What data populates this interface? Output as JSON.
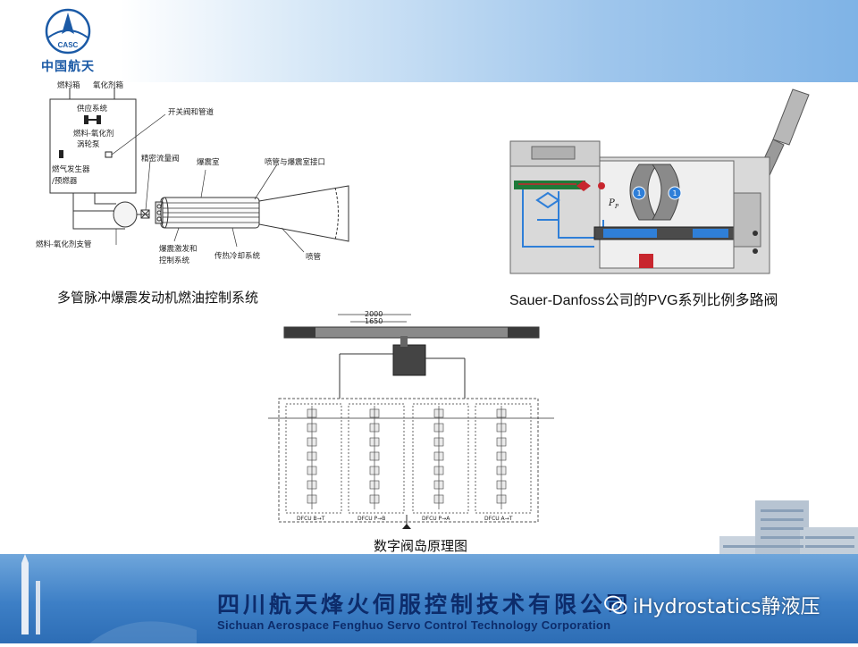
{
  "header": {
    "logo_badge": "CASC",
    "logo_text": "中国航天"
  },
  "figures": {
    "pulse_detonation": {
      "caption": "多管脉冲爆震发动机燃油控制系统",
      "labels": {
        "fuel_tank": "燃料箱",
        "oxidizer_tank": "氧化剂箱",
        "supply_system": "供应系统",
        "valves_pipes": "开关阀和管道",
        "turbopump_1": "燃料-氧化剂",
        "turbopump_2": "涡轮泵",
        "gas_generator_1": "燃气发生器",
        "gas_generator_2": "/预燃器",
        "precision_valve": "精密流量阀",
        "detonation_chamber": "爆震室",
        "nozzle_interface": "喷管与爆震室接口",
        "branch_pipe": "燃料-氧化剂支管",
        "ignition_1": "爆震激发和",
        "ignition_2": "控制系统",
        "cooling": "传热冷却系统",
        "nozzle": "喷管"
      }
    },
    "pvg_valve": {
      "caption": "Sauer-Danfoss公司的PVG系列比例多路阀",
      "labels": {
        "pp": "P",
        "pp_sub": "P",
        "port1": "1",
        "port2": "1"
      }
    },
    "digital_valve_island": {
      "caption": "数字阀岛原理图",
      "dims": {
        "outer": "2000",
        "inner": "1650"
      },
      "units": [
        {
          "name": "DFCU B→T"
        },
        {
          "name": "DFCU P→B"
        },
        {
          "name": "DFCU P→A"
        },
        {
          "name": "DFCU A→T"
        }
      ]
    }
  },
  "footer": {
    "company_cn": "四川航天烽火伺服控制技术有限公司",
    "company_en": "Sichuan Aerospace Fenghuo Servo Control Technology Corporation",
    "watermark": "iHydrostatics静液压"
  },
  "colors": {
    "brand_blue": "#1b5aa6",
    "footer_blue": "#3d7fc6",
    "company_text": "#0d2c6b",
    "pvg_blue": "#2f7fd8",
    "pvg_red": "#c8262e",
    "pvg_green": "#1f7a3a"
  }
}
